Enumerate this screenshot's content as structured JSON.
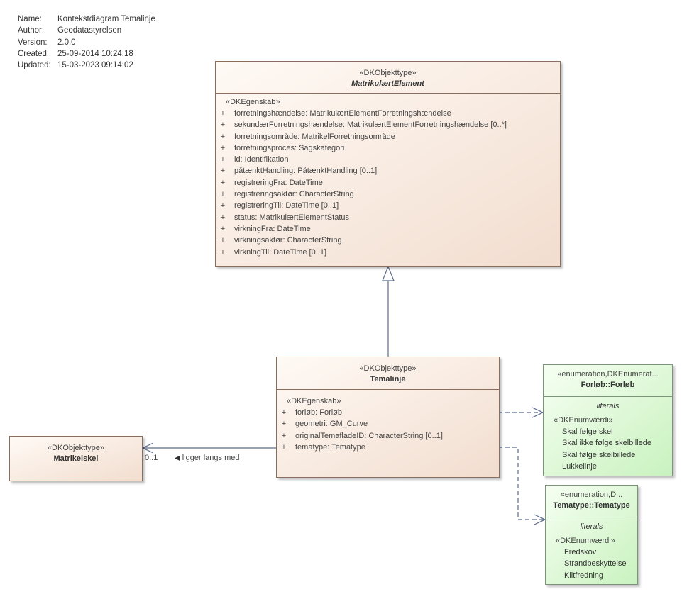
{
  "metadata": [
    {
      "key": "Name:",
      "value": "Kontekstdiagram Temalinje"
    },
    {
      "key": "Author:",
      "value": "Geodatastyrelsen"
    },
    {
      "key": "Version:",
      "value": "2.0.0"
    },
    {
      "key": "Created:",
      "value": "25-09-2014 10:24:18"
    },
    {
      "key": "Updated:",
      "value": "15-03-2023 09:14:02"
    }
  ],
  "matrikulaert": {
    "stereotype": "«DKObjekttype»",
    "name": "MatrikulærtElement",
    "attr_stereotype": "«DKEgenskab»",
    "attributes": [
      "forretningshændelse: MatrikulærtElementForretningshændelse",
      "sekundærForretningshændelse: MatrikulærtElementForretningshændelse [0..*]",
      "forretningsområde: MatrikelForretningsområde",
      "forretningsproces: Sagskategori",
      "id: Identifikation",
      "påtænktHandling: PåtænktHandling [0..1]",
      "registreringFra: DateTime",
      "registreringsaktør: CharacterString",
      "registreringTil: DateTime [0..1]",
      "status: MatrikulærtElementStatus",
      "virkningFra: DateTime",
      "virkningsaktør: CharacterString",
      "virkningTil: DateTime [0..1]"
    ]
  },
  "temalinje": {
    "stereotype": "«DKObjekttype»",
    "name": "Temalinje",
    "attr_stereotype": "«DKEgenskab»",
    "attributes": [
      "forløb: Forløb",
      "geometri: GM_Curve",
      "originalTemafladeID: CharacterString [0..1]",
      "tematype: Tematype"
    ]
  },
  "matrikelskel": {
    "stereotype": "«DKObjekttype»",
    "name": "Matrikelskel"
  },
  "forlob": {
    "stereotype": "«enumeration,DKEnumerat...",
    "name": "Forløb::Forløb",
    "section_label": "literals",
    "literal_stereotype": "«DKEnumværdi»",
    "literals": [
      "Skal følge skel",
      "Skal ikke følge skelbillede",
      "Skal følge skelbillede",
      "Lukkelinje"
    ]
  },
  "tematype": {
    "stereotype": "«enumeration,D...",
    "name": "Tematype::Tematype",
    "section_label": "literals",
    "literal_stereotype": "«DKEnumværdi»",
    "literals": [
      "Fredskov",
      "Strandbeskyttelse",
      "Klitfredning"
    ]
  },
  "association": {
    "multiplicity": "0..1",
    "label": "ligger langs med"
  },
  "colors": {
    "class_fill": "#f2ddcf",
    "enum_fill": "#c9f2bf",
    "border": "#8a6e5d",
    "connector": "#5b6a8a"
  },
  "icons": {
    "plus": "+",
    "direction_arrow": "◀"
  }
}
